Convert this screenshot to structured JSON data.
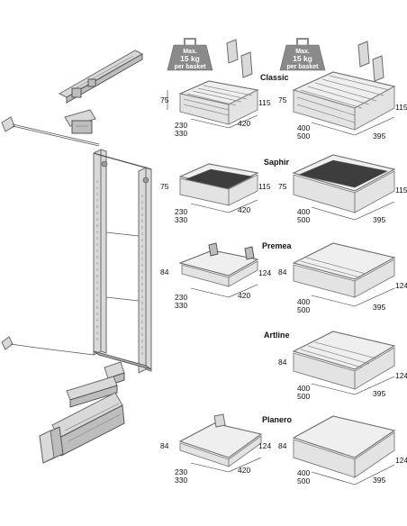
{
  "weight_badges": [
    {
      "line1": "Max.",
      "line2": "15 kg",
      "line3": "per basket",
      "color": "#8a8a8a"
    },
    {
      "line1": "Max.",
      "line2": "15 kg",
      "line3": "per basket",
      "color": "#8a8a8a"
    }
  ],
  "series": [
    {
      "name": "Classic",
      "small": {
        "height": "75",
        "height_right": "115",
        "depth_a": "230",
        "depth_b": "330",
        "width": "420"
      },
      "large": {
        "height": "75",
        "height_right": "115",
        "depth_a": "400",
        "depth_b": "500",
        "width": "395"
      }
    },
    {
      "name": "Saphir",
      "small": {
        "height": "75",
        "height_right": "115",
        "depth_a": "230",
        "depth_b": "330",
        "width": "420"
      },
      "large": {
        "height": "75",
        "height_right": "115",
        "depth_a": "400",
        "depth_b": "500",
        "width": "395"
      }
    },
    {
      "name": "Premea",
      "small": {
        "height": "84",
        "height_right": "124",
        "depth_a": "230",
        "depth_b": "330",
        "width": "420"
      },
      "large": {
        "height": "84",
        "height_right": "124",
        "depth_a": "400",
        "depth_b": "500",
        "width": "395"
      }
    },
    {
      "name": "Artline",
      "large": {
        "height": "84",
        "height_right": "124",
        "depth_a": "400",
        "depth_b": "500",
        "width": "395"
      }
    },
    {
      "name": "Planero",
      "small": {
        "height": "84",
        "height_right": "124",
        "depth_a": "230",
        "depth_b": "330",
        "width": "420"
      },
      "large": {
        "height": "84",
        "height_right": "124",
        "depth_a": "400",
        "depth_b": "500",
        "width": "395"
      }
    }
  ]
}
